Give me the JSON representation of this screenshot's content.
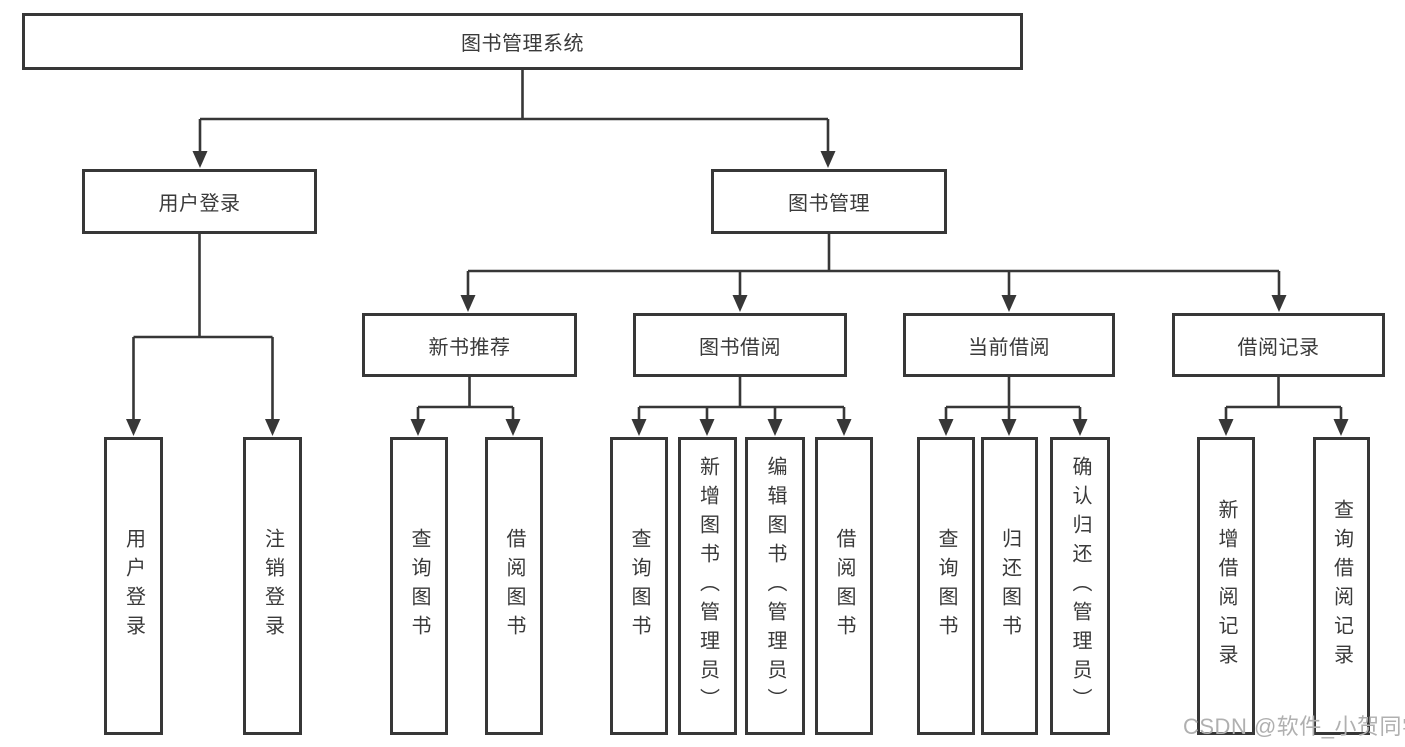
{
  "diagram": {
    "root": {
      "label": "图书管理系统"
    },
    "level2": {
      "user_login": {
        "label": "用户登录"
      },
      "book_mgmt": {
        "label": "图书管理"
      }
    },
    "level3": {
      "new_books": {
        "label": "新书推荐"
      },
      "book_borrow": {
        "label": "图书借阅"
      },
      "current_borrow": {
        "label": "当前借阅"
      },
      "borrow_records": {
        "label": "借阅记录"
      }
    },
    "leaves": {
      "user_login": [
        "用户登录",
        "注销登录"
      ],
      "new_books": [
        "查询图书",
        "借阅图书"
      ],
      "book_borrow": [
        "查询图书",
        "新增图书（管理员）",
        "编辑图书（管理员）",
        "借阅图书"
      ],
      "current_borrow": [
        "查询图书",
        "归还图书",
        "确认归还（管理员）"
      ],
      "borrow_records": [
        "新增借阅记录",
        "查询借阅记录"
      ]
    },
    "watermark": "CSDN @软件_小贺同学",
    "colors": {
      "line": "#373737",
      "text": "#3a3a3a",
      "watermark": "#b0b0b0",
      "background": "#ffffff"
    }
  }
}
